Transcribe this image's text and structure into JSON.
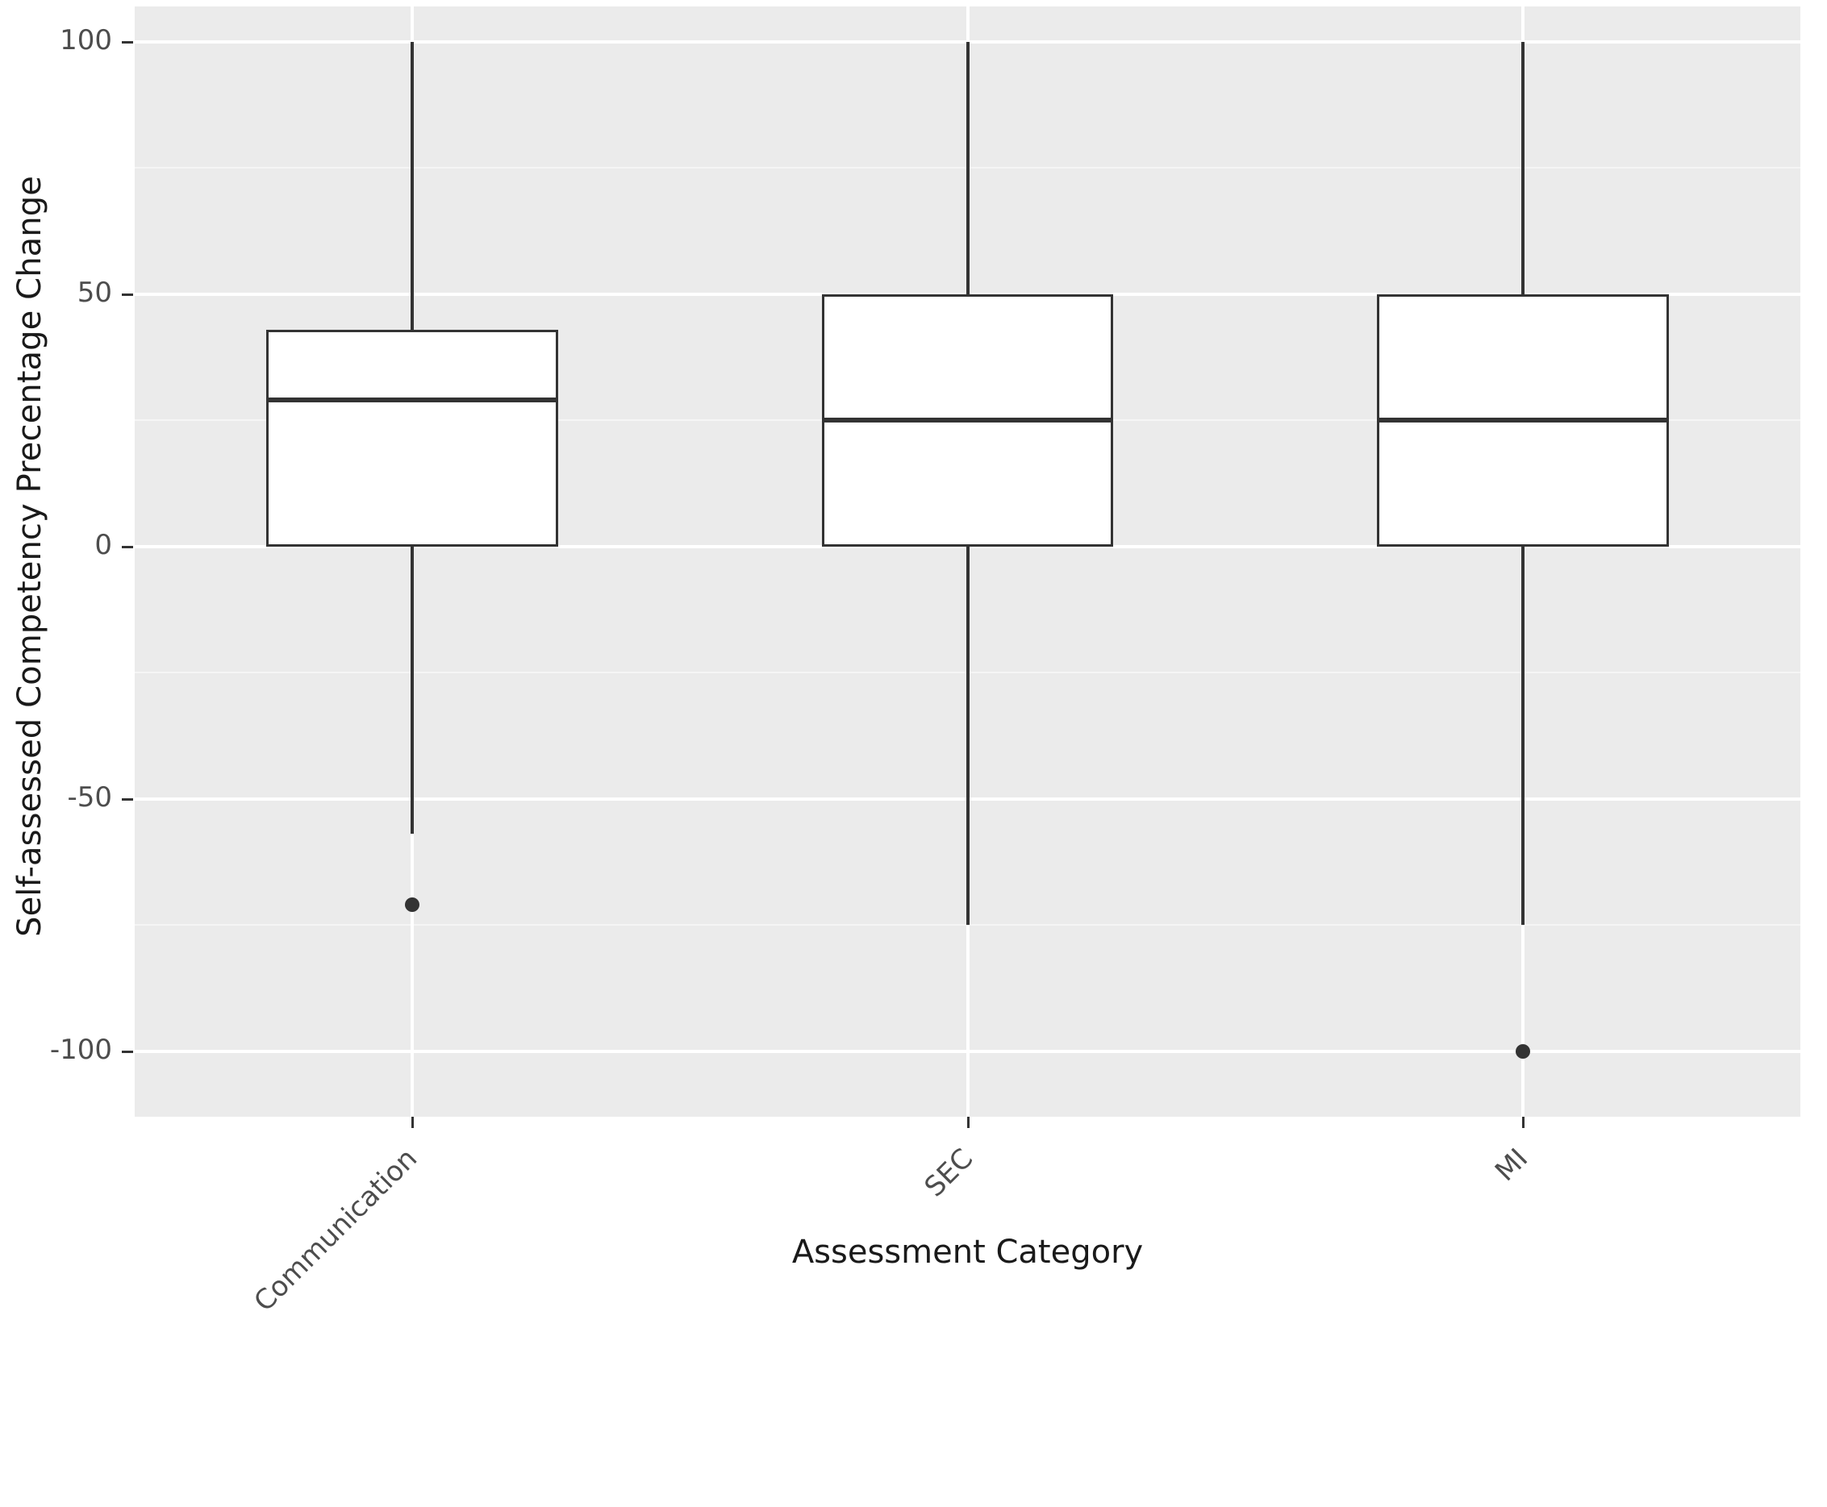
{
  "chart_data": {
    "type": "box",
    "title": "",
    "xlabel": "Assessment Category",
    "ylabel": "Self-assessed Competency Precentage Change",
    "categories": [
      "Communication",
      "SEC",
      "MI"
    ],
    "ylim": [
      -113,
      107
    ],
    "yticks": [
      100,
      50,
      0,
      -50,
      -100
    ],
    "ytick_labels": [
      "100",
      "50",
      "0",
      "-50",
      "-100"
    ],
    "y_minor_ticks": [
      75,
      25,
      -25,
      -75
    ],
    "grid": true,
    "legend": "none",
    "boxes": [
      {
        "category": "Communication",
        "whisker_low": -57,
        "q1": 0,
        "median": 29,
        "q3": 43,
        "whisker_high": 100,
        "outliers": [
          -71
        ]
      },
      {
        "category": "SEC",
        "whisker_low": -75,
        "q1": 0,
        "median": 25,
        "q3": 50,
        "whisker_high": 100,
        "outliers": []
      },
      {
        "category": "MI",
        "whisker_low": -75,
        "q1": 0,
        "median": 25,
        "q3": 50,
        "whisker_high": 100,
        "outliers": [
          -100
        ]
      }
    ],
    "colors": {
      "panel_background": "#ebebeb",
      "grid_major": "#ffffff",
      "grid_minor": "#f5f5f5",
      "box_fill": "#ffffff",
      "box_stroke": "#333333",
      "text": "#4d4d4d",
      "title_text": "#1a1a1a"
    }
  },
  "axes": {
    "y_title": "Self-assessed Competency Precentage Change",
    "x_title": "Assessment Category",
    "y_tick_labels": [
      "100",
      "50",
      "0",
      "-50",
      "-100"
    ],
    "x_tick_labels": [
      "Communication",
      "SEC",
      "MI"
    ]
  }
}
